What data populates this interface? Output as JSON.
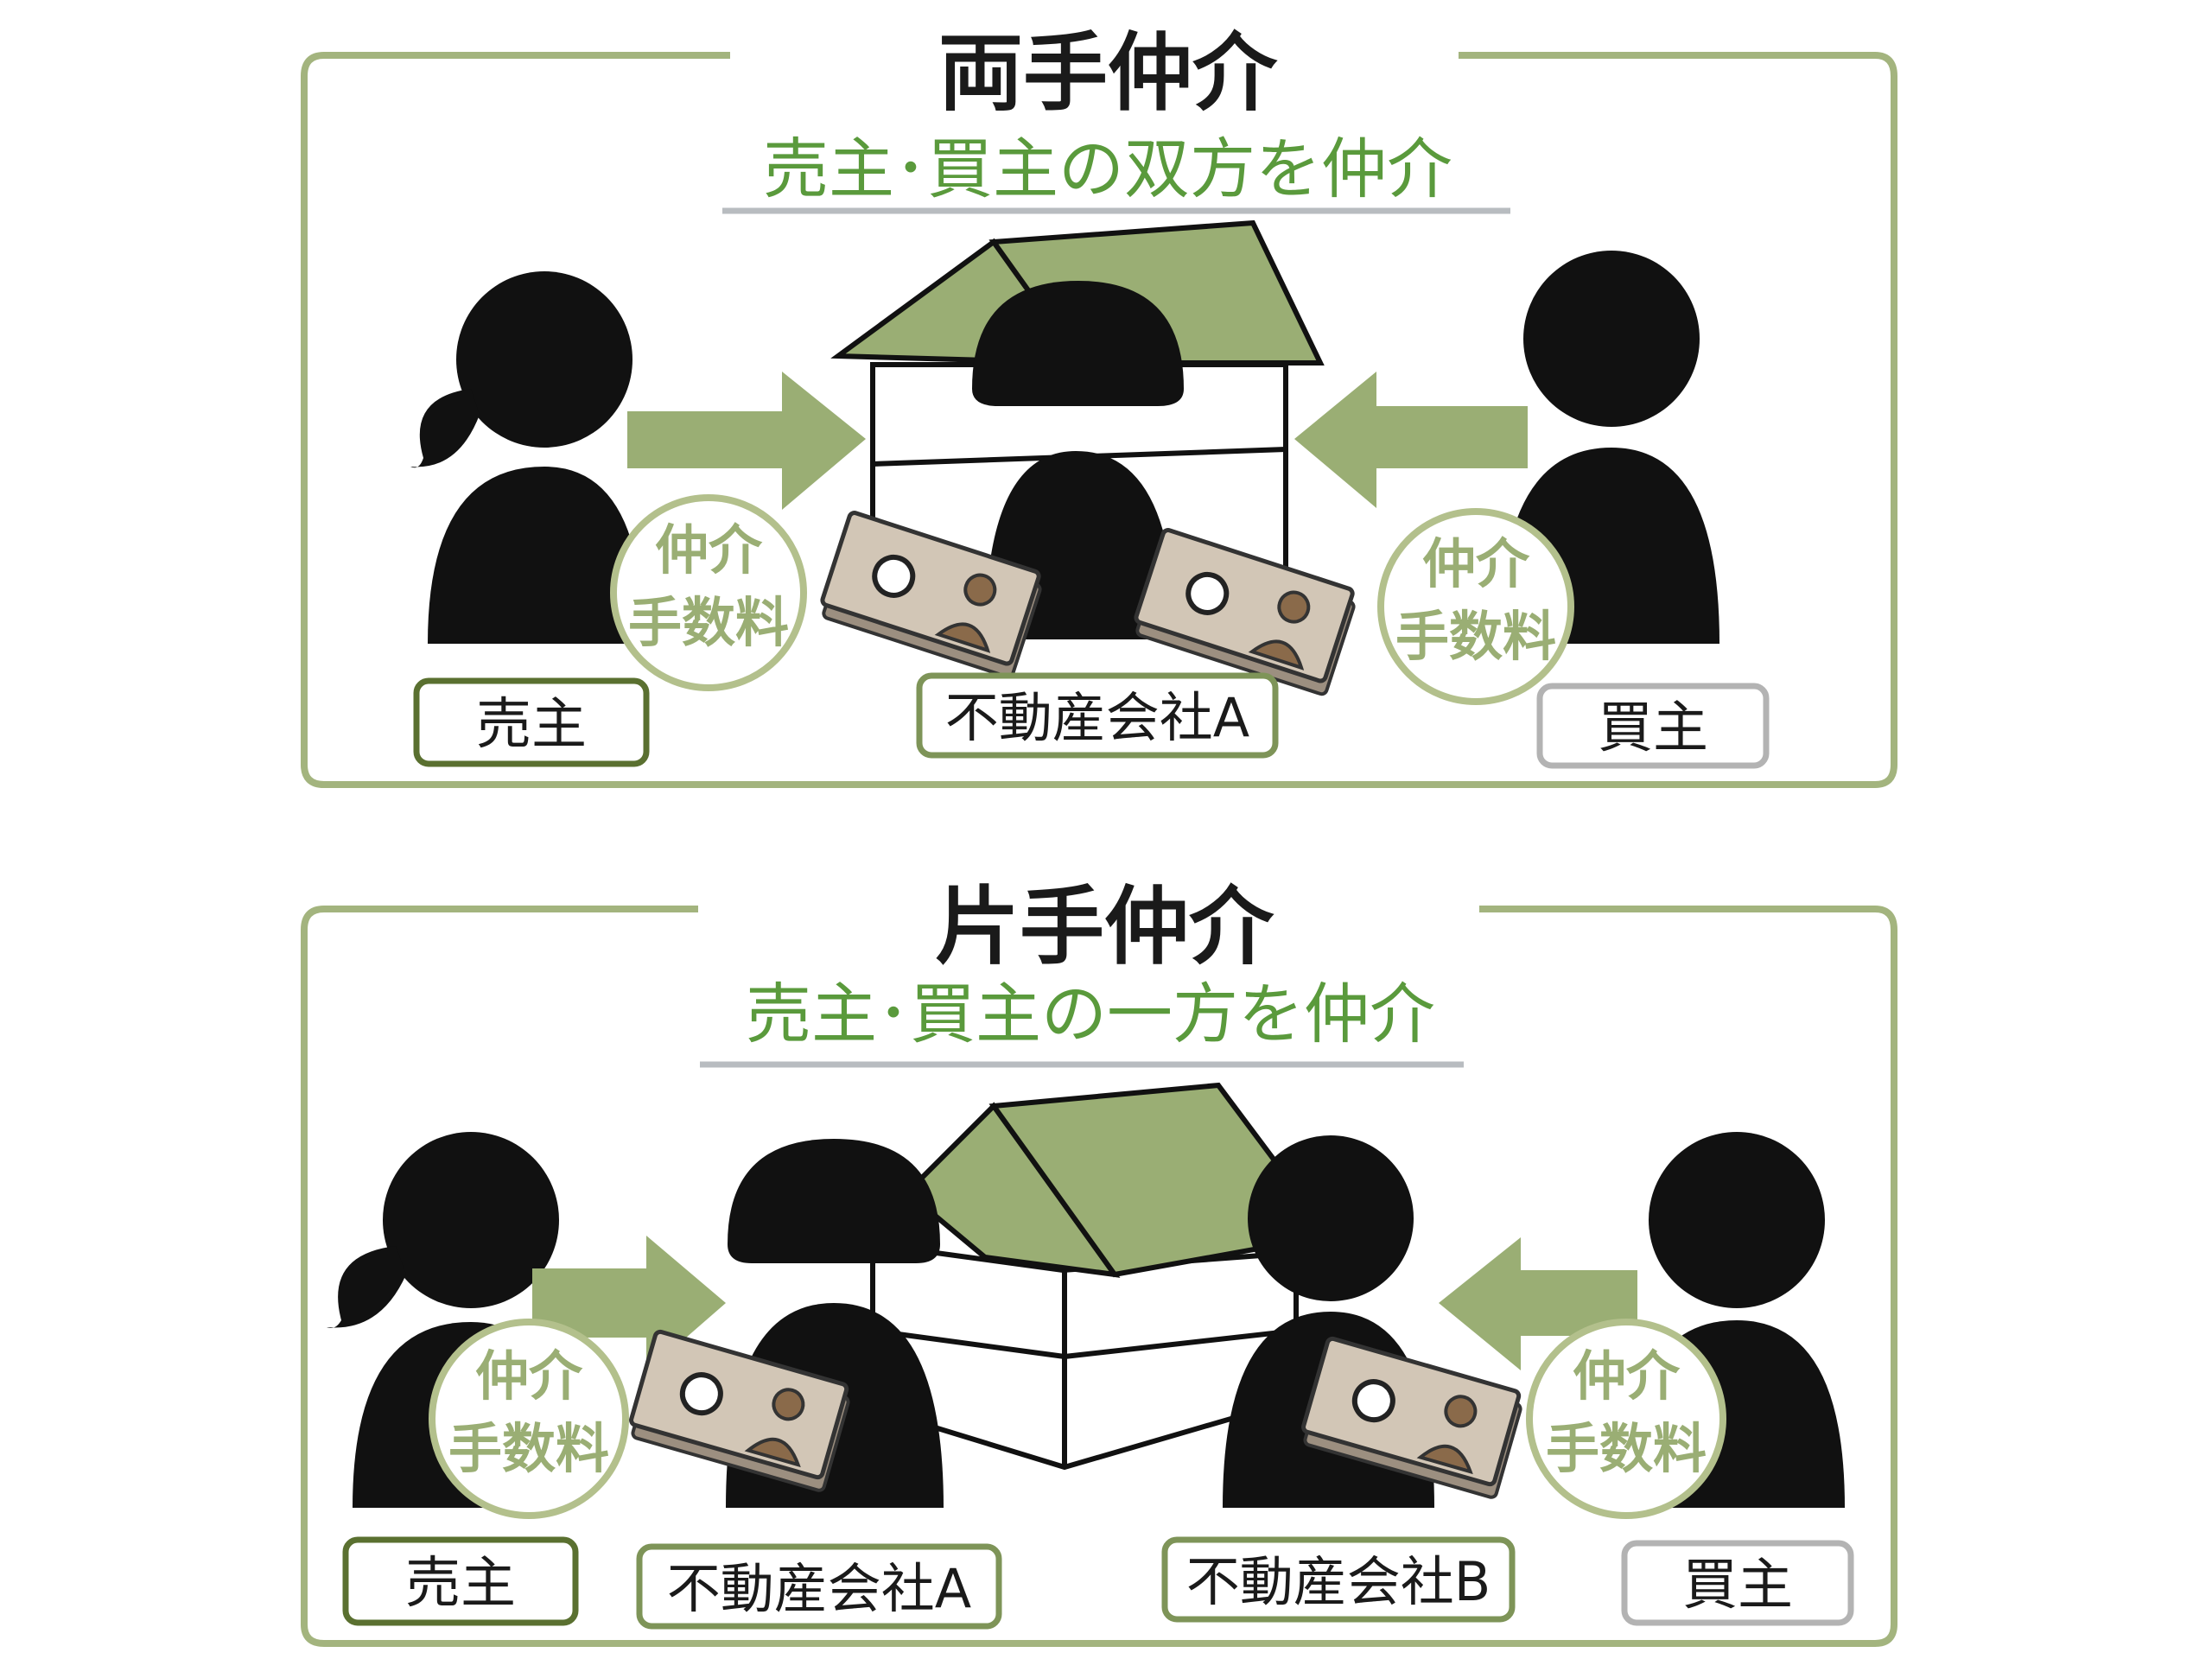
{
  "colors": {
    "accent": "#9aae74",
    "frame": "#a3b47e",
    "roof": "#9aae74",
    "seller_box": "#5a7030",
    "company_box": "#7e9458",
    "buyer_box": "#b3b3b3",
    "subtitle": "#5a9a3c",
    "silhouette": "#111111",
    "bill": "#d2c6b6"
  },
  "dual": {
    "title": "両手仲介",
    "subtitle": "売主･買主の双方を仲介",
    "fee_line1": "仲介",
    "fee_line2": "手数料",
    "seller_label": "売主",
    "company_label": "不動産会社A",
    "buyer_label": "買主"
  },
  "single": {
    "title": "片手仲介",
    "subtitle": "売主･買主の一方を仲介",
    "fee_line1": "仲介",
    "fee_line2": "手数料",
    "seller_label": "売主",
    "company_a_label": "不動産会社A",
    "company_b_label": "不動産会社B",
    "buyer_label": "買主"
  }
}
